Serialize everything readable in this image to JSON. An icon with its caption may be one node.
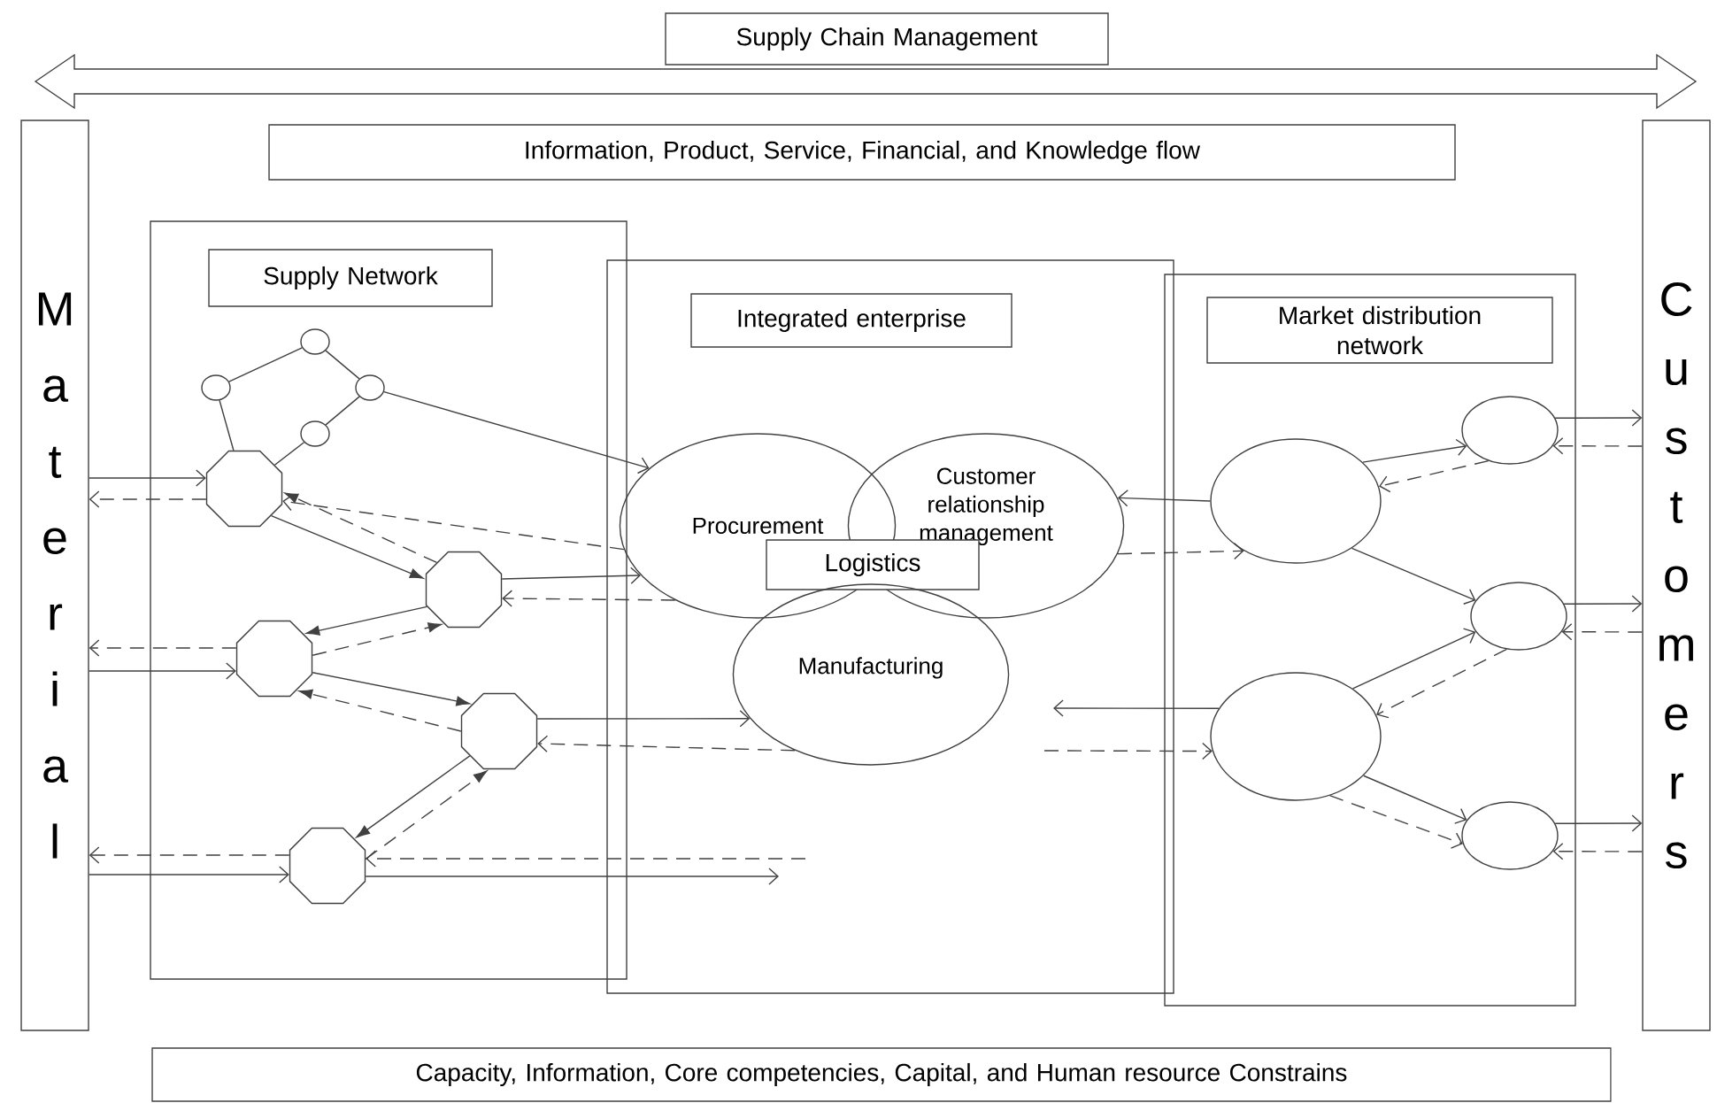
{
  "diagram": {
    "nodes": [
      {
        "text": [
          "Supply Chain Management"
        ]
      },
      {
        "text": [
          "Information, Product, Service, Financial, and Knowledge flow"
        ]
      },
      {
        "text": [
          "Material"
        ]
      },
      {
        "text": [
          "Customers"
        ]
      },
      {
        "text": [],
        "shape": "box"
      },
      {
        "text": [
          "Supply Network"
        ],
        "in": 4
      },
      {
        "text": [],
        "shape": "circle",
        "in": 4
      },
      {
        "text": [],
        "shape": "circle",
        "in": 4
      },
      {
        "text": [],
        "shape": "circle",
        "in": 4
      },
      {
        "text": [],
        "shape": "circle",
        "in": 4
      },
      {
        "text": [],
        "shape": "octagon",
        "in": 4
      },
      {
        "text": [],
        "shape": "octagon",
        "in": 4
      },
      {
        "text": [],
        "shape": "octagon",
        "in": 4
      },
      {
        "text": [],
        "shape": "octagon",
        "in": 4
      },
      {
        "text": [],
        "shape": "octagon",
        "in": 4
      },
      {
        "text": [],
        "shape": "box"
      },
      {
        "text": [
          "Integrated enterprise"
        ],
        "in": 15
      },
      {
        "text": [
          "Procurement"
        ],
        "in": 15
      },
      {
        "text": [
          "Customer relationship management"
        ],
        "in": 15
      },
      {
        "text": [
          "Logistics"
        ],
        "in": 15
      },
      {
        "text": [
          "Manufacturing"
        ],
        "in": 15
      },
      {
        "text": [],
        "shape": "box"
      },
      {
        "text": [
          "Market distribution network"
        ],
        "in": 21
      },
      {
        "text": [],
        "shape": "circle",
        "in": 21
      },
      {
        "text": [],
        "shape": "circle",
        "in": 21
      },
      {
        "text": [],
        "shape": "circle",
        "in": 21
      },
      {
        "text": [],
        "shape": "circle",
        "in": 21
      },
      {
        "text": [],
        "shape": "circle",
        "in": 21
      },
      {
        "text": [
          "Capacity, Information, Core competencies, Capital, and Human resource Constrains"
        ]
      }
    ],
    "edges": [
      {
        "from": 6,
        "to": 7,
        "arrow": "none"
      },
      {
        "from": 6,
        "to": 8,
        "arrow": "none"
      },
      {
        "from": 8,
        "to": 9,
        "arrow": "none"
      },
      {
        "from": 7,
        "to": 10,
        "arrow": "none"
      },
      {
        "from": 9,
        "to": 10,
        "arrow": "none"
      },
      {
        "from": 8,
        "to": 17,
        "arrow": "to"
      },
      {
        "from": 2,
        "to": 10,
        "arrow": "to"
      },
      {
        "from": 10,
        "to": 2,
        "arrow": "to",
        "style": "dashed"
      },
      {
        "from": 17,
        "to": 10,
        "arrow": "to",
        "style": "dashed"
      },
      {
        "from": 10,
        "to": 11,
        "arrow": "to"
      },
      {
        "from": 11,
        "to": 10,
        "arrow": "to",
        "style": "dashed"
      },
      {
        "from": 11,
        "to": 17,
        "arrow": "to"
      },
      {
        "from": 17,
        "to": 11,
        "arrow": "to",
        "style": "dashed"
      },
      {
        "from": 12,
        "to": 2,
        "arrow": "to",
        "style": "dashed"
      },
      {
        "from": 2,
        "to": 12,
        "arrow": "to"
      },
      {
        "from": 11,
        "to": 12,
        "arrow": "to"
      },
      {
        "from": 12,
        "to": 11,
        "arrow": "to",
        "style": "dashed"
      },
      {
        "from": 12,
        "to": 13,
        "arrow": "to"
      },
      {
        "from": 13,
        "to": 12,
        "arrow": "to",
        "style": "dashed"
      },
      {
        "from": 13,
        "to": 20,
        "arrow": "to"
      },
      {
        "from": 20,
        "to": 13,
        "arrow": "to",
        "style": "dashed"
      },
      {
        "from": 13,
        "to": 14,
        "arrow": "to"
      },
      {
        "from": 14,
        "to": 13,
        "arrow": "to",
        "style": "dashed"
      },
      {
        "from": 14,
        "to": 2,
        "arrow": "to",
        "style": "dashed"
      },
      {
        "from": 2,
        "to": 14,
        "arrow": "to"
      },
      {
        "from": null,
        "to": 14,
        "arrow": "to",
        "style": "dashed"
      },
      {
        "from": 14,
        "to": null,
        "arrow": "to"
      },
      {
        "from": 24,
        "to": 18,
        "arrow": "to"
      },
      {
        "from": 18,
        "to": 24,
        "arrow": "to",
        "style": "dashed"
      },
      {
        "from": 24,
        "to": 23,
        "arrow": "to"
      },
      {
        "from": 23,
        "to": 24,
        "arrow": "to",
        "style": "dashed"
      },
      {
        "from": 24,
        "to": 25,
        "arrow": "to"
      },
      {
        "from": 26,
        "to": 25,
        "arrow": "to"
      },
      {
        "from": 25,
        "to": 26,
        "arrow": "to",
        "style": "dashed"
      },
      {
        "from": 26,
        "to": 27,
        "arrow": "to"
      },
      {
        "from": 26,
        "to": 27,
        "arrow": "to",
        "style": "dashed"
      },
      {
        "from": 26,
        "to": null,
        "arrow": "to"
      },
      {
        "from": null,
        "to": 26,
        "arrow": "to",
        "style": "dashed"
      },
      {
        "from": 23,
        "to": 3,
        "arrow": "to"
      },
      {
        "from": 3,
        "to": 23,
        "arrow": "to",
        "style": "dashed"
      },
      {
        "from": 25,
        "to": 3,
        "arrow": "to"
      },
      {
        "from": 3,
        "to": 25,
        "arrow": "to",
        "style": "dashed"
      },
      {
        "from": 27,
        "to": 3,
        "arrow": "to"
      },
      {
        "from": 3,
        "to": 27,
        "arrow": "to",
        "style": "dashed"
      }
    ]
  }
}
